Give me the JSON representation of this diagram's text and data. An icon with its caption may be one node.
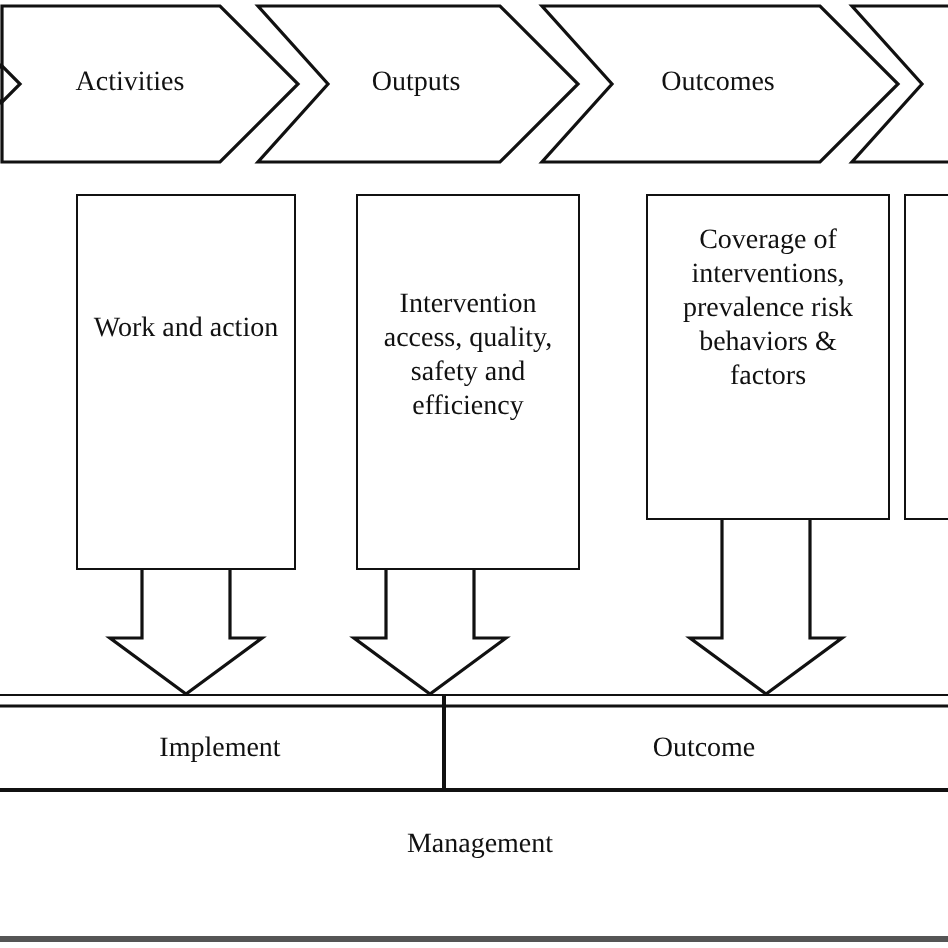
{
  "diagram": {
    "nodes": [
      {
        "text": [],
        "shape": "chevron"
      },
      {
        "text": [
          "Activities"
        ]
      },
      {
        "text": [
          "Outputs"
        ]
      },
      {
        "text": [
          "Outcomes"
        ]
      },
      {
        "text": [],
        "shape": "chevron"
      },
      {
        "text": [
          "Work and action"
        ]
      },
      {
        "text": [
          "Intervention access, quality, safety and efficiency"
        ]
      },
      {
        "text": [
          "Coverage of interventions, prevalence risk behaviors & factors"
        ]
      },
      {
        "text": [],
        "shape": "box"
      },
      {
        "text": [
          "Implement"
        ]
      },
      {
        "text": [
          "Outcome"
        ]
      },
      {
        "text": [
          "Management"
        ]
      }
    ],
    "edges": [
      {
        "from": 5,
        "to": 9,
        "arrow": "to"
      },
      {
        "from": 6,
        "to": 10,
        "arrow": "to"
      },
      {
        "from": 7,
        "to": 10,
        "arrow": "to"
      }
    ]
  }
}
